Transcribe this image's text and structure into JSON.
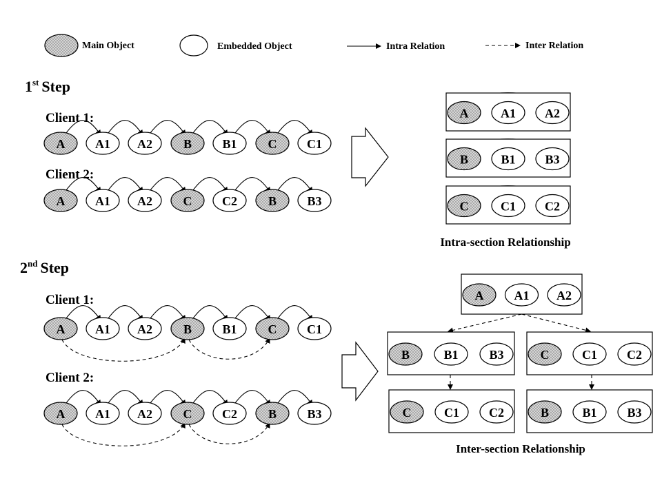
{
  "legend": {
    "main_object": "Main Object",
    "embedded_object": "Embedded Object",
    "intra_relation": "Intra Relation",
    "inter_relation": "Inter Relation"
  },
  "step1": {
    "number": "1",
    "suffix": "st",
    "word": "Step",
    "client1_label": "Client 1:",
    "client2_label": "Client 2:",
    "client1_nodes": [
      {
        "label": "A",
        "type": "main"
      },
      {
        "label": "A1",
        "type": "embedded"
      },
      {
        "label": "A2",
        "type": "embedded"
      },
      {
        "label": "B",
        "type": "main"
      },
      {
        "label": "B1",
        "type": "embedded"
      },
      {
        "label": "C",
        "type": "main"
      },
      {
        "label": "C1",
        "type": "embedded"
      }
    ],
    "client2_nodes": [
      {
        "label": "A",
        "type": "main"
      },
      {
        "label": "A1",
        "type": "embedded"
      },
      {
        "label": "A2",
        "type": "embedded"
      },
      {
        "label": "C",
        "type": "main"
      },
      {
        "label": "C2",
        "type": "embedded"
      },
      {
        "label": "B",
        "type": "main"
      },
      {
        "label": "B3",
        "type": "embedded"
      }
    ],
    "intra_groups": [
      [
        "A",
        "A1",
        "A2"
      ],
      [
        "B",
        "B1",
        "B3"
      ],
      [
        "C",
        "C1",
        "C2"
      ]
    ],
    "caption": "Intra-section Relationship"
  },
  "step2": {
    "number": "2",
    "suffix": "nd",
    "word": "Step",
    "client1_label": "Client 1:",
    "client2_label": "Client 2:",
    "client1_nodes": [
      {
        "label": "A",
        "type": "main"
      },
      {
        "label": "A1",
        "type": "embedded"
      },
      {
        "label": "A2",
        "type": "embedded"
      },
      {
        "label": "B",
        "type": "main"
      },
      {
        "label": "B1",
        "type": "embedded"
      },
      {
        "label": "C",
        "type": "main"
      },
      {
        "label": "C1",
        "type": "embedded"
      }
    ],
    "client2_nodes": [
      {
        "label": "A",
        "type": "main"
      },
      {
        "label": "A1",
        "type": "embedded"
      },
      {
        "label": "A2",
        "type": "embedded"
      },
      {
        "label": "C",
        "type": "main"
      },
      {
        "label": "C2",
        "type": "embedded"
      },
      {
        "label": "B",
        "type": "main"
      },
      {
        "label": "B3",
        "type": "embedded"
      }
    ],
    "client1_inter": [
      [
        "A",
        "B"
      ],
      [
        "B",
        "C"
      ]
    ],
    "client2_inter": [
      [
        "A",
        "C"
      ],
      [
        "C",
        "B"
      ]
    ],
    "tree": {
      "root": [
        "A",
        "A1",
        "A2"
      ],
      "level1": [
        [
          "B",
          "B1",
          "B3"
        ],
        [
          "C",
          "C1",
          "C2"
        ]
      ],
      "level2": [
        [
          "C",
          "C1",
          "C2"
        ],
        [
          "B",
          "B1",
          "B3"
        ]
      ]
    },
    "caption": "Inter-section Relationship"
  }
}
